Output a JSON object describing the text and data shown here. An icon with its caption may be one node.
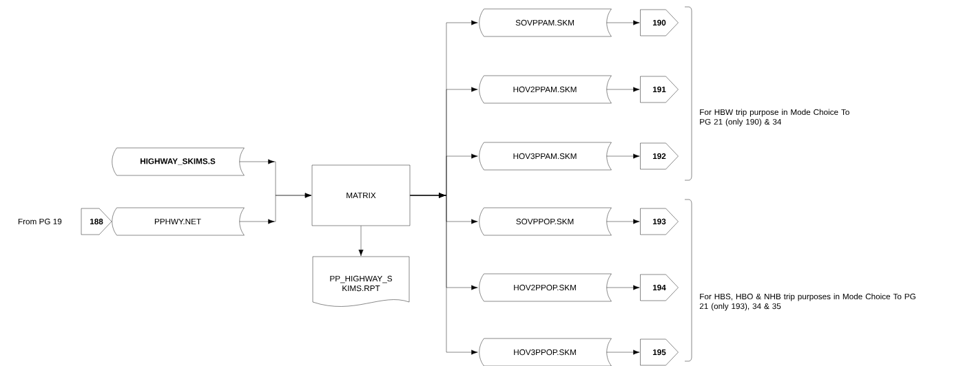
{
  "diagram": {
    "nodes": [
      {
        "text": [
          "HIGHWAY_SKIMS.S"
        ]
      },
      {
        "text": [
          "188"
        ],
        "beside": [
          "From PG 19"
        ]
      },
      {
        "text": [
          "PPHWY.NET"
        ]
      },
      {
        "text": [
          "MATRIX"
        ]
      },
      {
        "text": [
          "PP_HIGHWAY_S KIMS.RPT"
        ]
      },
      {
        "text": [
          "SOVPPAM.SKM"
        ]
      },
      {
        "text": [
          "HOV2PPAM.SKM"
        ]
      },
      {
        "text": [
          "HOV3PPAM.SKM"
        ]
      },
      {
        "text": [
          "SOVPPOP.SKM"
        ]
      },
      {
        "text": [
          "HOV2PPOP.SKM"
        ]
      },
      {
        "text": [
          "HOV3PPOP.SKM"
        ]
      },
      {
        "text": [
          "190"
        ]
      },
      {
        "text": [
          "191"
        ]
      },
      {
        "text": [
          "192"
        ]
      },
      {
        "text": [
          "193"
        ]
      },
      {
        "text": [
          "194"
        ]
      },
      {
        "text": [
          "195"
        ]
      }
    ],
    "edges": [
      {
        "from": 0,
        "to": 3,
        "arrow": "to"
      },
      {
        "from": 2,
        "to": 3,
        "arrow": "to"
      },
      {
        "from": 3,
        "to": 4,
        "arrow": "to"
      },
      {
        "from": 3,
        "to": 5,
        "arrow": "to"
      },
      {
        "from": 3,
        "to": 6,
        "arrow": "to"
      },
      {
        "from": 3,
        "to": 7,
        "arrow": "to"
      },
      {
        "from": 3,
        "to": 8,
        "arrow": "to"
      },
      {
        "from": 3,
        "to": 9,
        "arrow": "to"
      },
      {
        "from": 3,
        "to": 10,
        "arrow": "to"
      },
      {
        "from": 5,
        "to": 11,
        "arrow": "to"
      },
      {
        "from": 6,
        "to": 12,
        "arrow": "to"
      },
      {
        "from": 7,
        "to": 13,
        "arrow": "to"
      },
      {
        "from": 8,
        "to": 14,
        "arrow": "to"
      },
      {
        "from": 9,
        "to": 15,
        "arrow": "to"
      },
      {
        "from": 10,
        "to": 16,
        "arrow": "to"
      }
    ],
    "labels": [
      "For HBW trip purpose in Mode Choice To PG 21 (only 190) & 34",
      "For HBS, HBO & NHB trip purposes in Mode Choice To PG 21 (only 193), 34 & 35"
    ]
  }
}
